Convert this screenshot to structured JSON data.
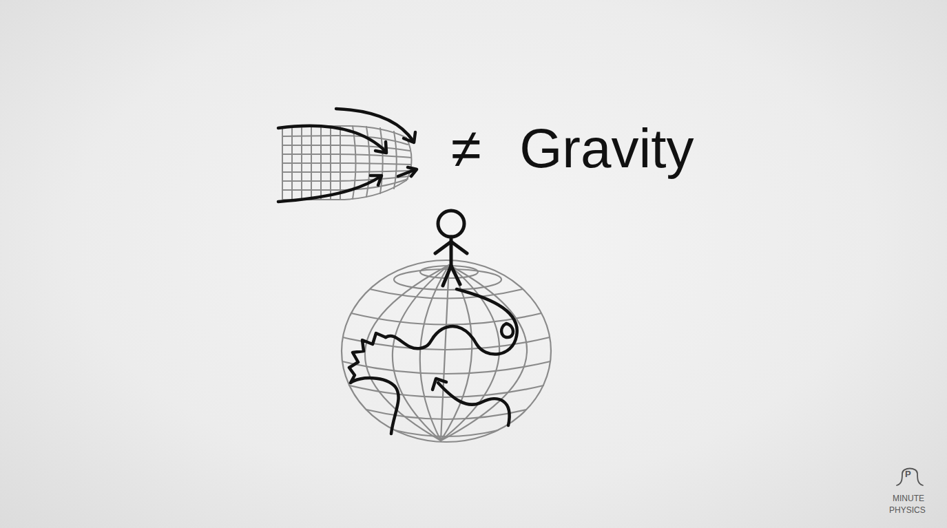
{
  "diagram": {
    "labels": [
      "≠ Gravity",
      "P",
      "MINUTE",
      "PHYSICS"
    ]
  }
}
